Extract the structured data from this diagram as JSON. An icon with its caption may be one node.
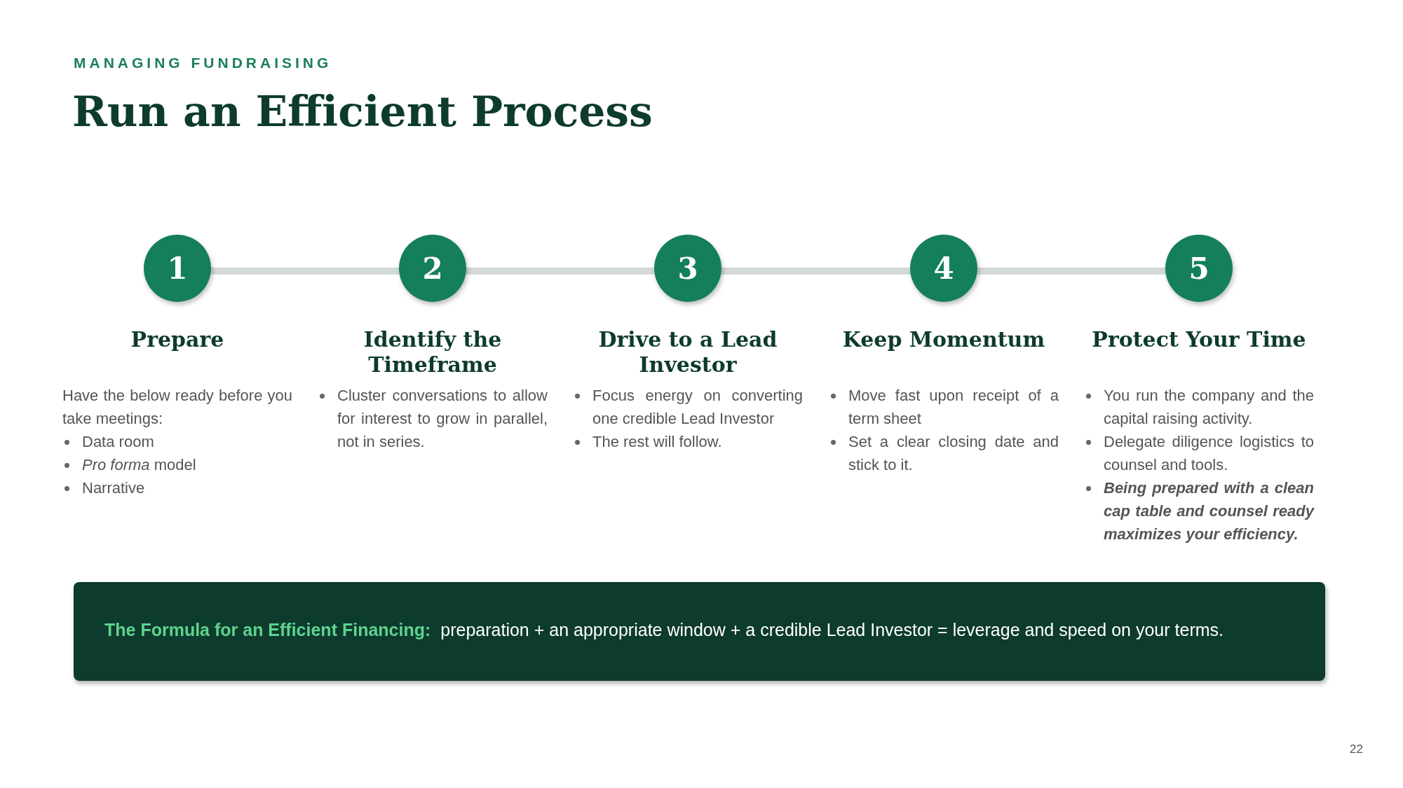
{
  "diagram": {
    "title": "Run an Efficient Process",
    "nodes": [
      {
        "text": [
          "1"
        ],
        "beside": [
          "Prepare",
          "Have the below ready before you take meetings:",
          "Data room",
          "*Pro forma* model",
          "Narrative"
        ]
      },
      {
        "text": [
          "2"
        ],
        "beside": [
          "Identify the Timeframe",
          "Cluster conversations to allow for interest to grow in parallel, not in series."
        ]
      },
      {
        "text": [
          "3"
        ],
        "beside": [
          "Drive to a Lead Investor",
          "Focus energy on converting one credible Lead Investor",
          "The rest will follow."
        ]
      },
      {
        "text": [
          "4"
        ],
        "beside": [
          "Keep Momentum",
          "Move fast upon receipt of a term sheet",
          "Set a clear closing date and stick to it."
        ]
      },
      {
        "text": [
          "5"
        ],
        "beside": [
          "Protect Your Time",
          "You run the company and the capital raising activity.",
          "Delegate diligence logistics to counsel and tools.",
          "Being prepared with a clean cap table and counsel ready maximizes your efficiency."
        ]
      },
      {
        "text": [
          "The Formula for an Efficient Financing:",
          "preparation + an appropriate window + a credible Lead Investor = leverage and speed on your terms."
        ]
      }
    ],
    "edges": [
      {
        "from": 0,
        "to": 1,
        "arrow": "none"
      },
      {
        "from": 1,
        "to": 2,
        "arrow": "none"
      },
      {
        "from": 2,
        "to": 3,
        "arrow": "none"
      },
      {
        "from": 3,
        "to": 4,
        "arrow": "none"
      }
    ],
    "labels": [
      "MANAGING FUNDRAISING",
      "22"
    ]
  }
}
